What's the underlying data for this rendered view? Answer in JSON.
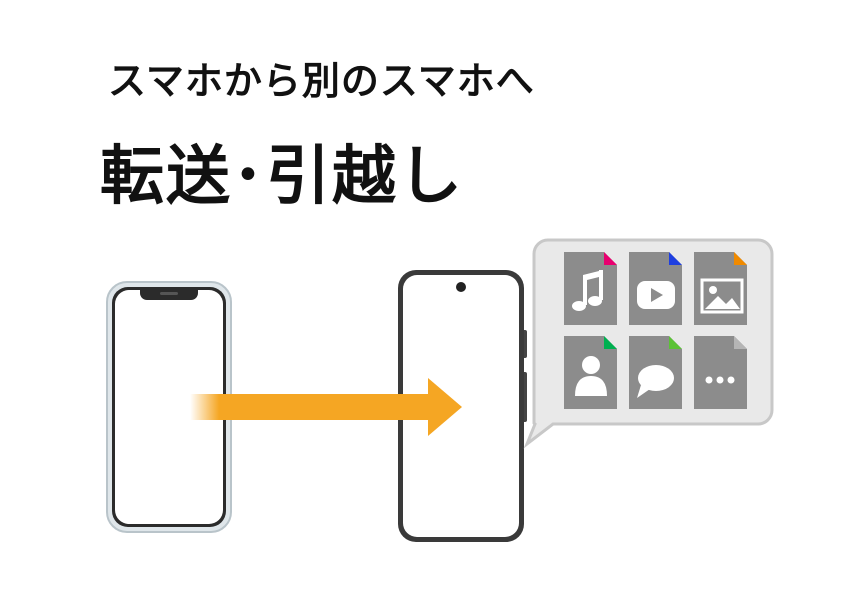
{
  "heading": {
    "line1": "スマホから別のスマホへ",
    "line2": "転送･引越し"
  },
  "colors": {
    "arrow": "#F5A623",
    "old_phone_frame": "#c9d3d8",
    "new_phone_frame": "#3a3a3a",
    "tile": "#8c8c8c",
    "bubble_bg": "#e9e9e9",
    "bubble_border": "#c8c8c8"
  },
  "illustration": {
    "old_phone": "iphone-style-phone",
    "new_phone": "android-style-phone",
    "transfer_arrow": "right-arrow",
    "data_types": [
      {
        "icon": "music-note-icon",
        "corner_color": "#E8006F"
      },
      {
        "icon": "video-play-icon",
        "corner_color": "#1E3FE0"
      },
      {
        "icon": "photo-icon",
        "corner_color": "#F08A00"
      },
      {
        "icon": "contact-person-icon",
        "corner_color": "#00B050"
      },
      {
        "icon": "message-bubble-icon",
        "corner_color": "#5BC236"
      },
      {
        "icon": "more-dots-icon",
        "corner_color": ""
      }
    ]
  }
}
